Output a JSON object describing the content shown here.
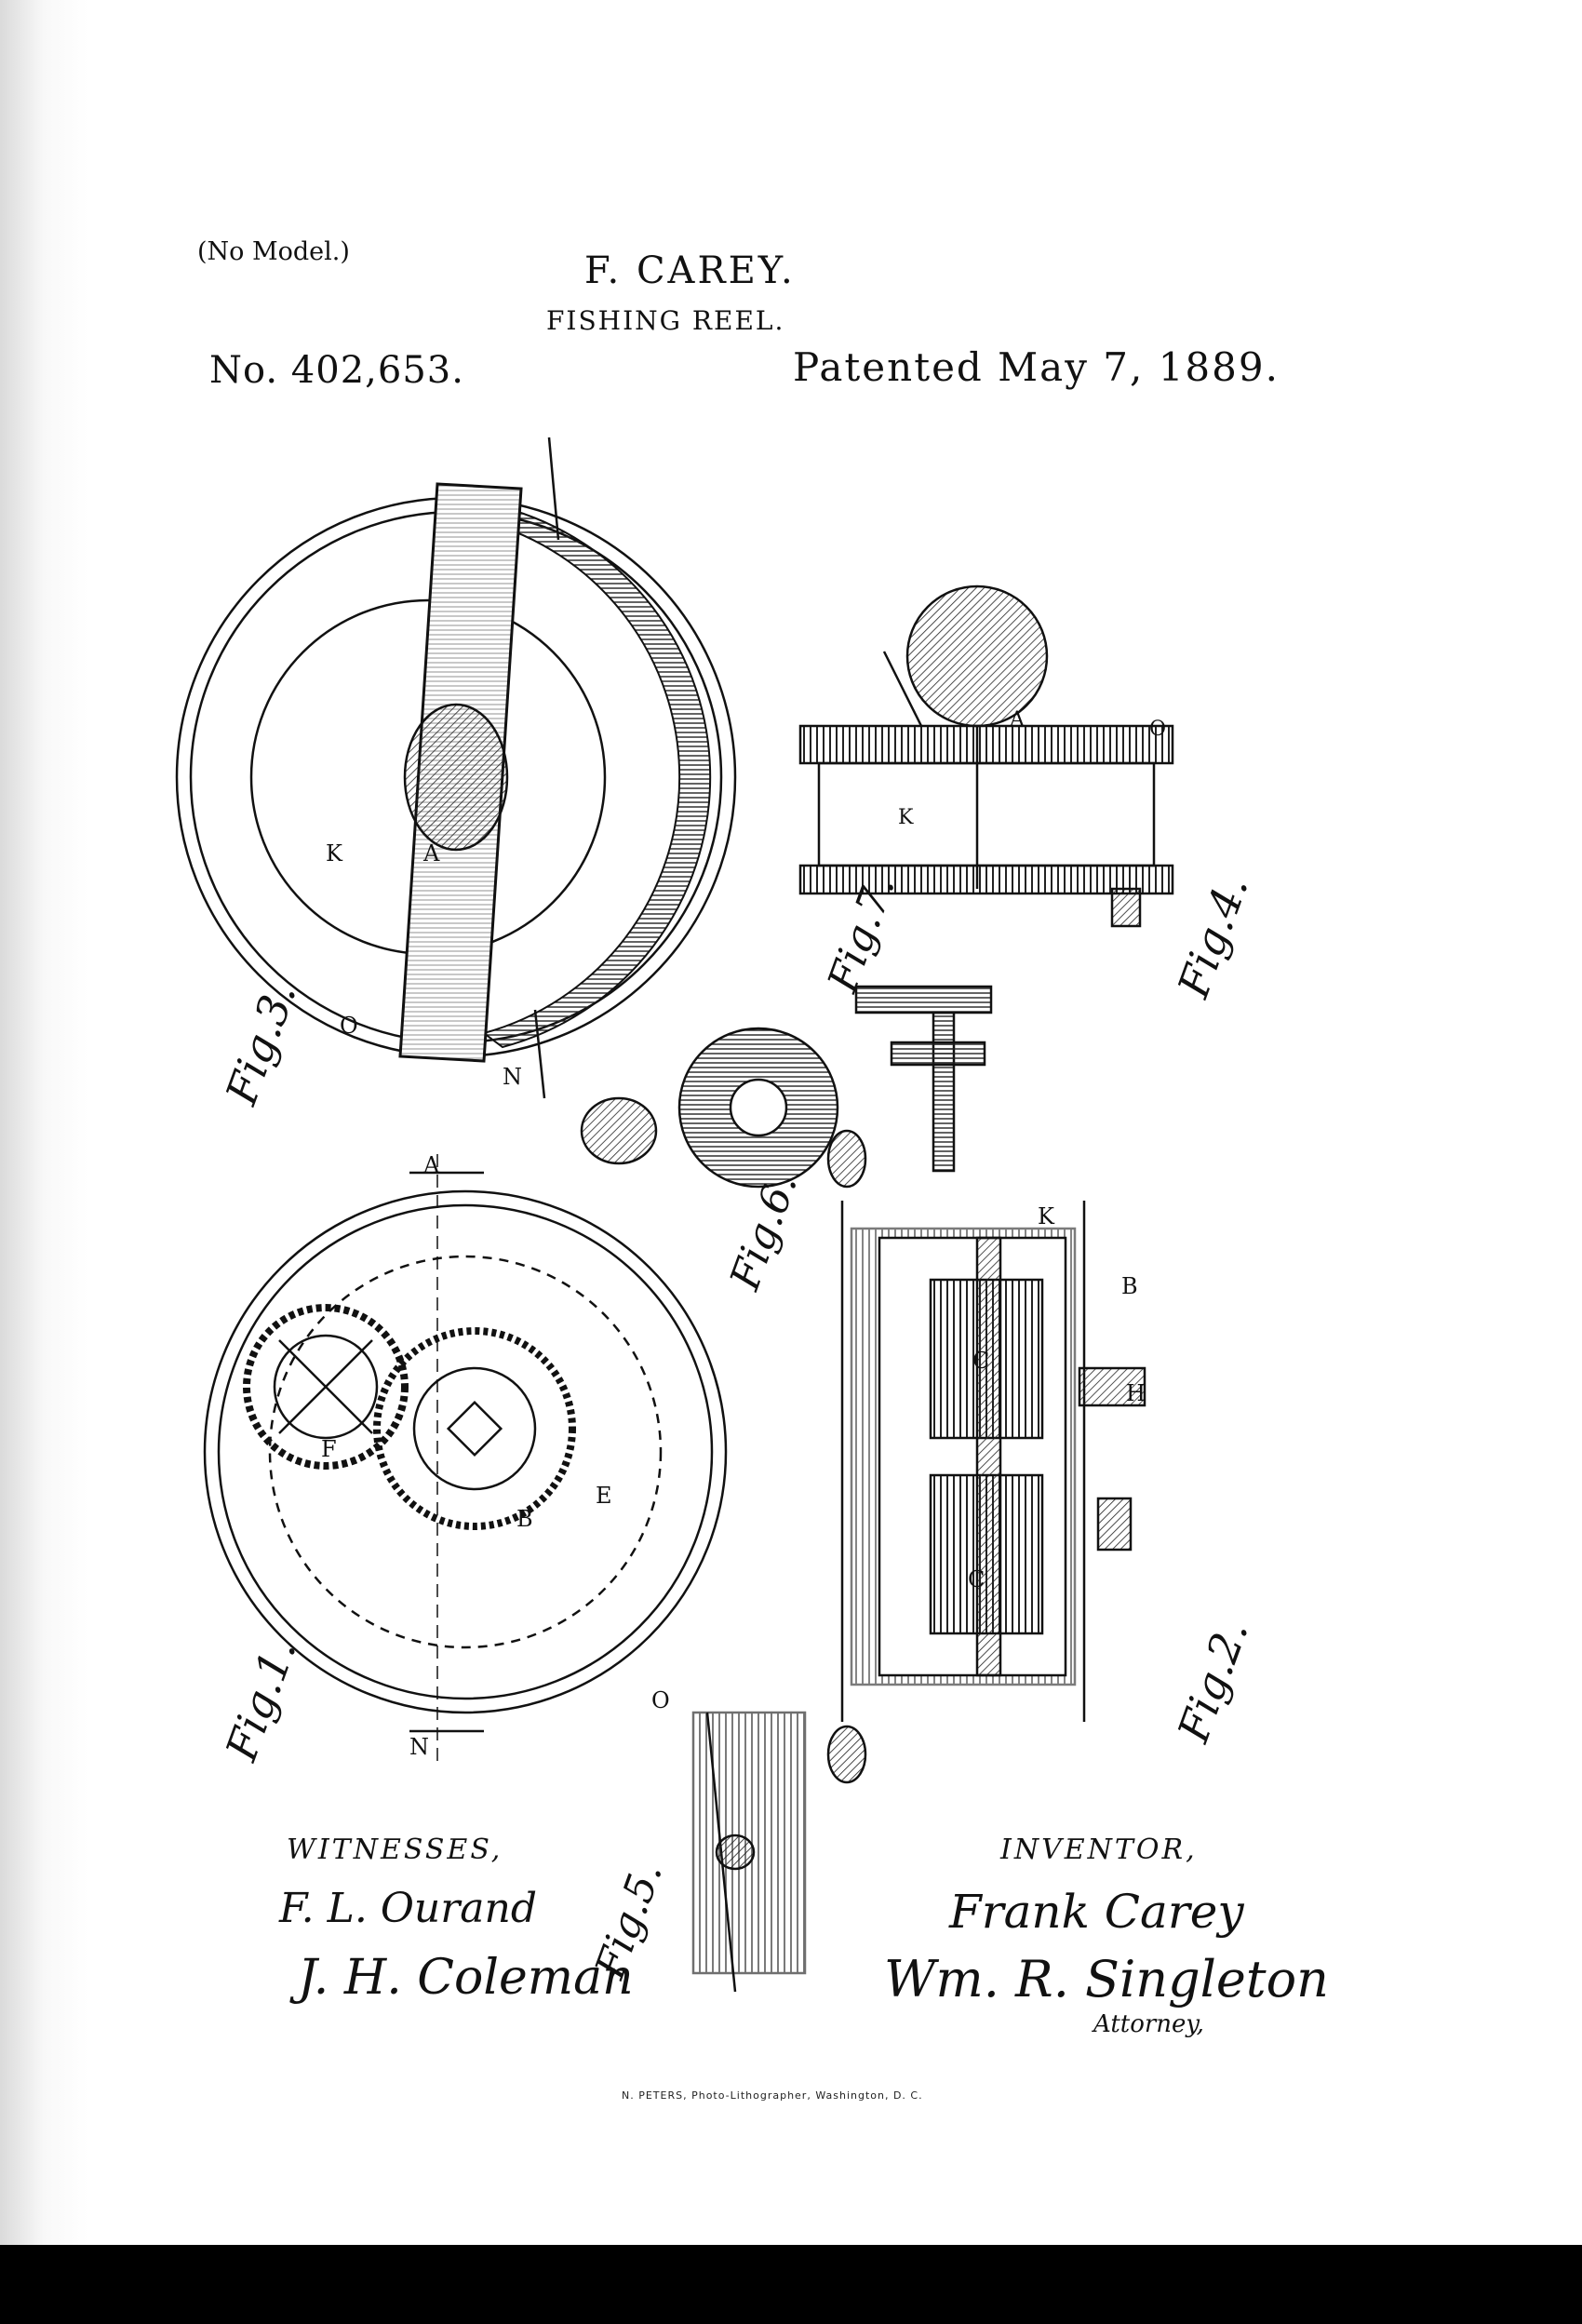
{
  "header": {
    "no_model": "(No Model.)",
    "inventor": "F. CAREY.",
    "title": "FISHING REEL.",
    "patent_number": "No. 402,653.",
    "patent_date": "Patented May 7, 1889."
  },
  "figures": {
    "fig1": "Fig.1.",
    "fig2": "Fig.2.",
    "fig3": "Fig.3.",
    "fig4": "Fig.4.",
    "fig5": "Fig.5.",
    "fig6": "Fig.6.",
    "fig7": "Fig.7."
  },
  "signatures": {
    "witnesses_label": "WITNESSES,",
    "witness_1": "F. L. Ourand",
    "witness_2": "J. H. Coleman",
    "inventor_label": "INVENTOR,",
    "inventor_signature": "Frank Carey",
    "attorney_signature": "Wm. R. Singleton",
    "attorney_label": "Attorney,"
  },
  "footer": {
    "lithographer": "N. PETERS, Photo-Lithographer, Washington, D. C."
  }
}
